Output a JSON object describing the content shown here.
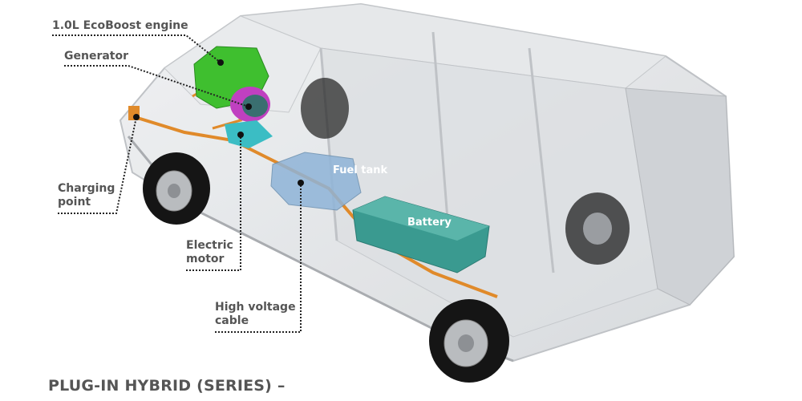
{
  "labels": {
    "engine": "1.0L EcoBoost engine",
    "generator": "Generator",
    "charging_line1": "Charging",
    "charging_line2": "point",
    "motor_line1": "Electric",
    "motor_line2": "motor",
    "cable_line1": "High voltage",
    "cable_line2": "cable",
    "fuel_tank": "Fuel tank",
    "battery": "Battery"
  },
  "title": "PLUG-IN HYBRID (SERIES) –",
  "colors": {
    "label_text": "#555555",
    "engine": "#3fbf2f",
    "generator": "#c040c0",
    "motor": "#3bbdc4",
    "cable": "#e08a2a",
    "battery": "#3a9a90",
    "fuel_tank": "#8fb4d8"
  }
}
